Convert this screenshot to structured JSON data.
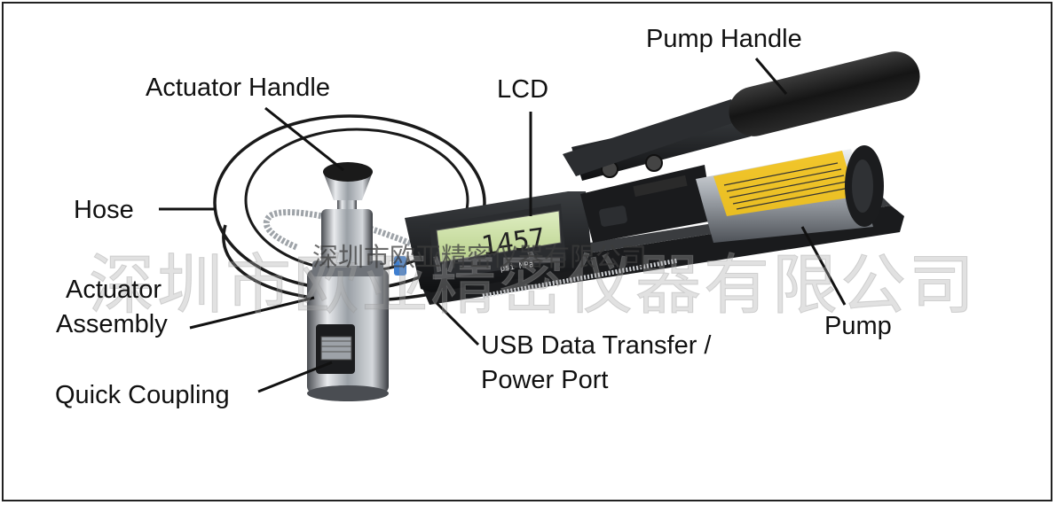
{
  "labels": {
    "pump_handle": "Pump Handle",
    "actuator_handle": "Actuator Handle",
    "lcd": "LCD",
    "hose": "Hose",
    "actuator_assembly_line1": "Actuator",
    "actuator_assembly_line2": "Assembly",
    "quick_coupling": "Quick Coupling",
    "usb_port_line1": "USB Data Transfer /",
    "usb_port_line2": "Power Port",
    "pump": "Pump"
  },
  "watermark": {
    "large": "深圳市欧亚精密仪器有限公司",
    "small": "深圳市欧亚精密仪器有限公司"
  },
  "device_display": {
    "reading": "1457",
    "unit": "psi MPa"
  },
  "colors": {
    "label_text": "#111111",
    "leader_line": "#111111",
    "hose": "#1a1a1a",
    "grip": "#1c1c1c",
    "steel": "#b8bcc0",
    "lcd_green": "#cfe3a6",
    "warning_label": "#f2c21a",
    "watermark": "#aaaaaa"
  }
}
